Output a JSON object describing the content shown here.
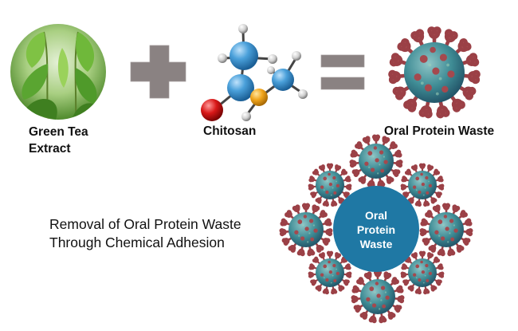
{
  "equation": {
    "ingredient_1": {
      "label_line1": "Green Tea",
      "label_line2": "Extract",
      "icon": "green-tea-leaves-image"
    },
    "operator_plus": {
      "symbol": "+",
      "color": "#8a8282"
    },
    "ingredient_2": {
      "label": "Chitosan",
      "icon": "molecule-ball-and-stick"
    },
    "operator_equals": {
      "symbol": "=",
      "color": "#8a8282"
    },
    "target": {
      "label": "Oral Protein Waste",
      "icon": "virus-particle"
    }
  },
  "removal": {
    "caption_line1": "Removal of Oral Protein Waste",
    "caption_line2": "Through Chemical Adhesion",
    "center_circle": {
      "line1": "Oral",
      "line2": "Protein",
      "line3": "Waste",
      "color": "#1f78a4"
    },
    "surrounding_particle_count": 8
  },
  "colors": {
    "virus_body": "#3f8c95",
    "virus_spikes": "#a4494e",
    "molecule_carbon": "#3d93d0",
    "molecule_nitrogen": "#e8a21c",
    "molecule_oxygen": "#d01a1a",
    "molecule_hydrogen": "#d8d8d8",
    "leaf_green": "#6fb83a"
  }
}
